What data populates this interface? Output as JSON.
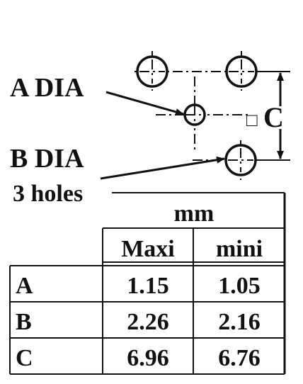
{
  "diagram": {
    "label_a": "A DIA",
    "label_b": "B DIA",
    "label_b_note": "3 holes",
    "dimension_symbol": "□",
    "dimension_letter": "C"
  },
  "table": {
    "unit": "mm",
    "columns": [
      "Maxi",
      "mini"
    ],
    "rows": [
      {
        "label": "A",
        "maxi": "1.15",
        "mini": "1.05"
      },
      {
        "label": "B",
        "maxi": "2.26",
        "mini": "2.16"
      },
      {
        "label": "C",
        "maxi": "6.96",
        "mini": "6.76"
      }
    ]
  }
}
